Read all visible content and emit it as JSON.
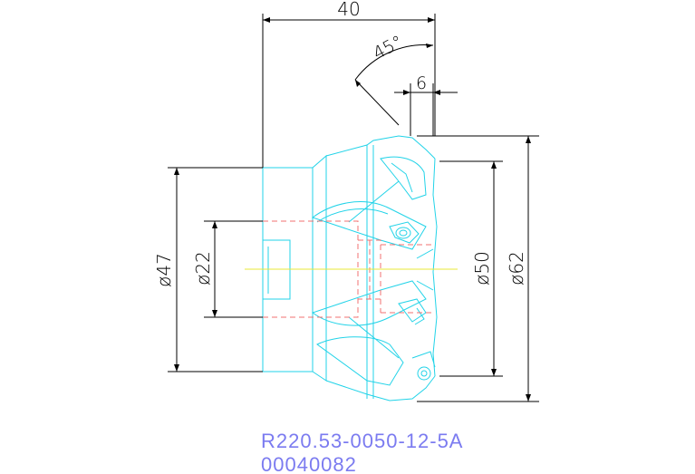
{
  "dimensions": {
    "overall_length": "40",
    "chamfer_angle": "45°",
    "insert_offset": "6",
    "shank_diameter": "ø47",
    "bore_diameter": "ø22",
    "cutting_diameter": "ø50",
    "max_diameter": "ø62"
  },
  "part": {
    "code": "R220.53-0050-12-5A",
    "item_number": "00040082"
  },
  "colors": {
    "outline": "#22d3e8",
    "hidden": "#f07070",
    "centerline": "#e8e83a",
    "dimension": "#000000",
    "part_text": "#7b7bf0"
  }
}
